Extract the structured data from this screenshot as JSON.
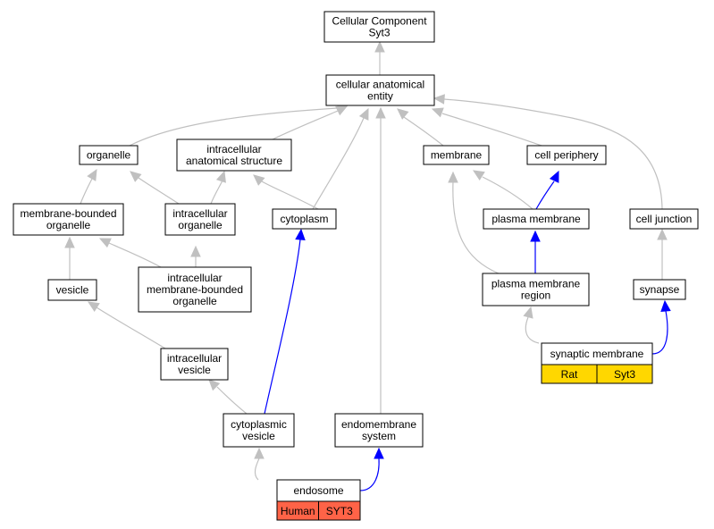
{
  "nodes": {
    "cellular_component": {
      "lines": [
        "Cellular Component",
        "Syt3"
      ]
    },
    "cellular_anatomical_entity": {
      "lines": [
        "cellular anatomical",
        "entity"
      ]
    },
    "organelle": {
      "lines": [
        "organelle"
      ]
    },
    "intracellular_anatomical_structure": {
      "lines": [
        "intracellular",
        "anatomical structure"
      ]
    },
    "membrane": {
      "lines": [
        "membrane"
      ]
    },
    "cell_periphery": {
      "lines": [
        "cell periphery"
      ]
    },
    "membrane_bounded_organelle": {
      "lines": [
        "membrane-bounded",
        "organelle"
      ]
    },
    "intracellular_organelle": {
      "lines": [
        "intracellular",
        "organelle"
      ]
    },
    "cytoplasm": {
      "lines": [
        "cytoplasm"
      ]
    },
    "plasma_membrane": {
      "lines": [
        "plasma membrane"
      ]
    },
    "cell_junction": {
      "lines": [
        "cell junction"
      ]
    },
    "vesicle": {
      "lines": [
        "vesicle"
      ]
    },
    "intracellular_membrane_bounded_organelle": {
      "lines": [
        "intracellular",
        "membrane-bounded",
        "organelle"
      ]
    },
    "plasma_membrane_region": {
      "lines": [
        "plasma membrane",
        "region"
      ]
    },
    "synapse": {
      "lines": [
        "synapse"
      ]
    },
    "intracellular_vesicle": {
      "lines": [
        "intracellular",
        "vesicle"
      ]
    },
    "synaptic_membrane": {
      "lines": [
        "synaptic membrane"
      ],
      "tags": [
        "Rat",
        "Syt3"
      ],
      "tag_color": "#ffd700"
    },
    "cytoplasmic_vesicle": {
      "lines": [
        "cytoplasmic",
        "vesicle"
      ]
    },
    "endomembrane_system": {
      "lines": [
        "endomembrane",
        "system"
      ]
    },
    "endosome": {
      "lines": [
        "endosome"
      ],
      "tags": [
        "Human",
        "SYT3"
      ],
      "tag_color": "#ff6347"
    }
  },
  "colors": {
    "is_a_edge": "#c0c0c0",
    "part_of_edge": "#0000ff",
    "node_border": "#000000",
    "node_fill": "#ffffff"
  }
}
